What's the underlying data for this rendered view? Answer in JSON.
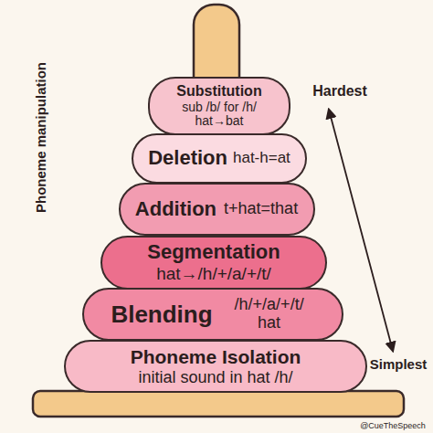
{
  "diagram": {
    "nodes": [
      {
        "text": [
          "Substitution",
          "sub /b/ for /h/ hat→bat"
        ]
      },
      {
        "text": [
          "Deletion",
          "hat-h=at"
        ]
      },
      {
        "text": [
          "Addition",
          "t+hat=that"
        ]
      },
      {
        "text": [
          "Segmentation",
          "hat→/h/+/a/+/t/"
        ]
      },
      {
        "text": [
          "Blending",
          "/h/+/a/+/t/ hat"
        ]
      },
      {
        "text": [
          "Phoneme Isolation",
          "initial sound in hat /h/"
        ]
      }
    ],
    "labels": [
      "Phoneme manipulation",
      "Hardest",
      "Simplest",
      "@CueTheSpeech"
    ]
  }
}
